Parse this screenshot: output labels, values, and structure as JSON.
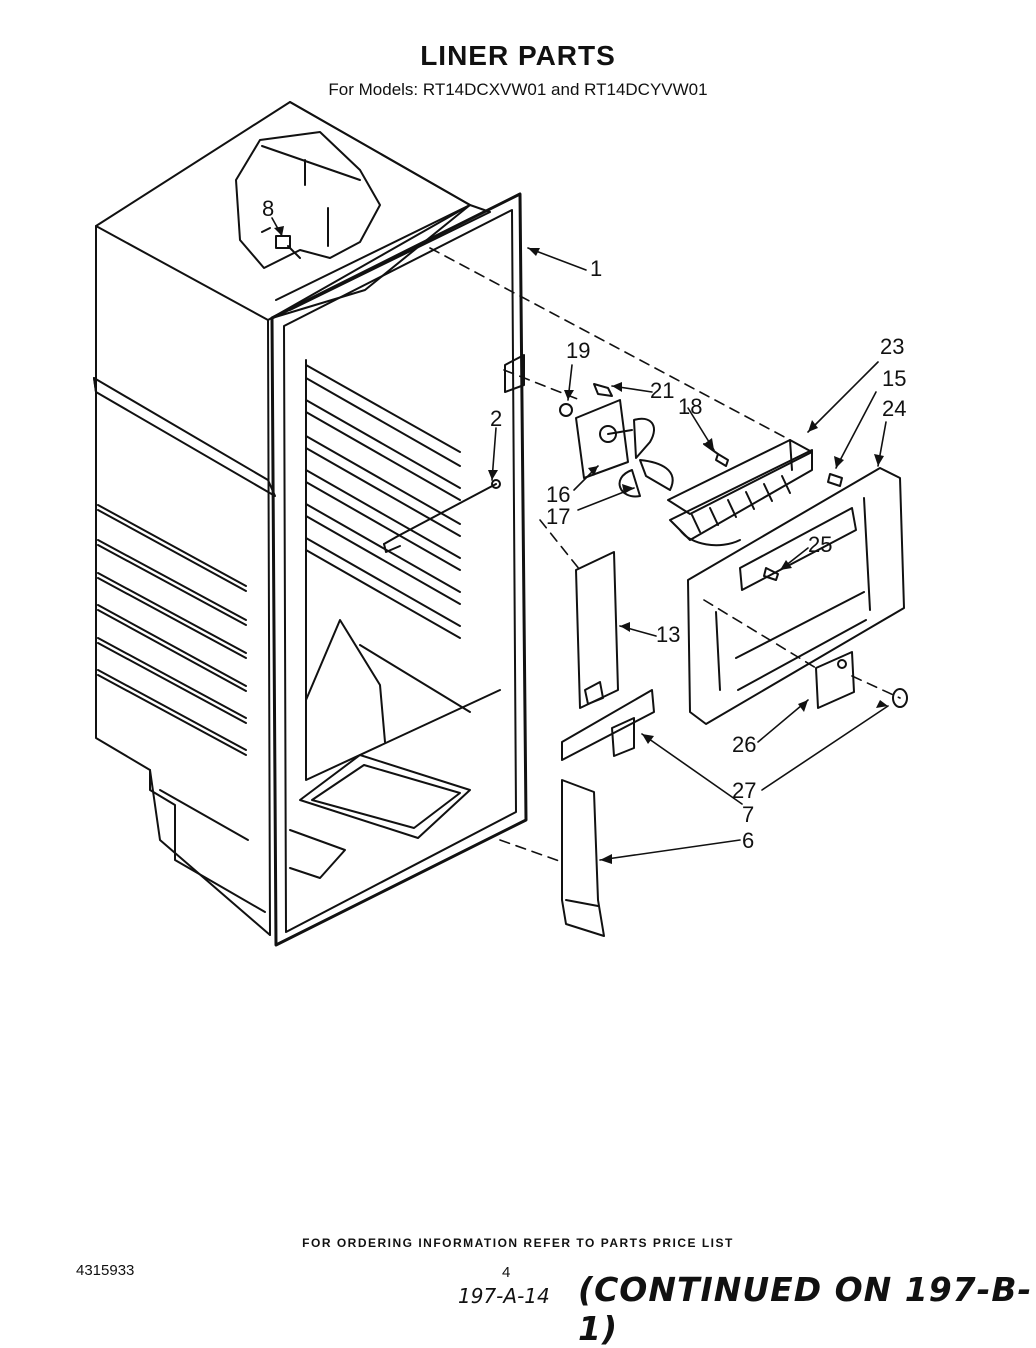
{
  "header": {
    "title": "LINER PARTS",
    "subtitle": "For Models: RT14DCXVW01 and RT14DCYVW01"
  },
  "callouts": [
    "1",
    "2",
    "6",
    "7",
    "8",
    "13",
    "15",
    "16",
    "17",
    "18",
    "19",
    "21",
    "23",
    "24",
    "25",
    "26",
    "27"
  ],
  "footer": {
    "ordering_note": "FOR ORDERING INFORMATION REFER TO PARTS PRICE LIST",
    "document_number": "4315933",
    "page_number": "4",
    "handwritten_code": "197-A-14",
    "continued_note": "(CONTINUED ON 197-B-1)"
  }
}
